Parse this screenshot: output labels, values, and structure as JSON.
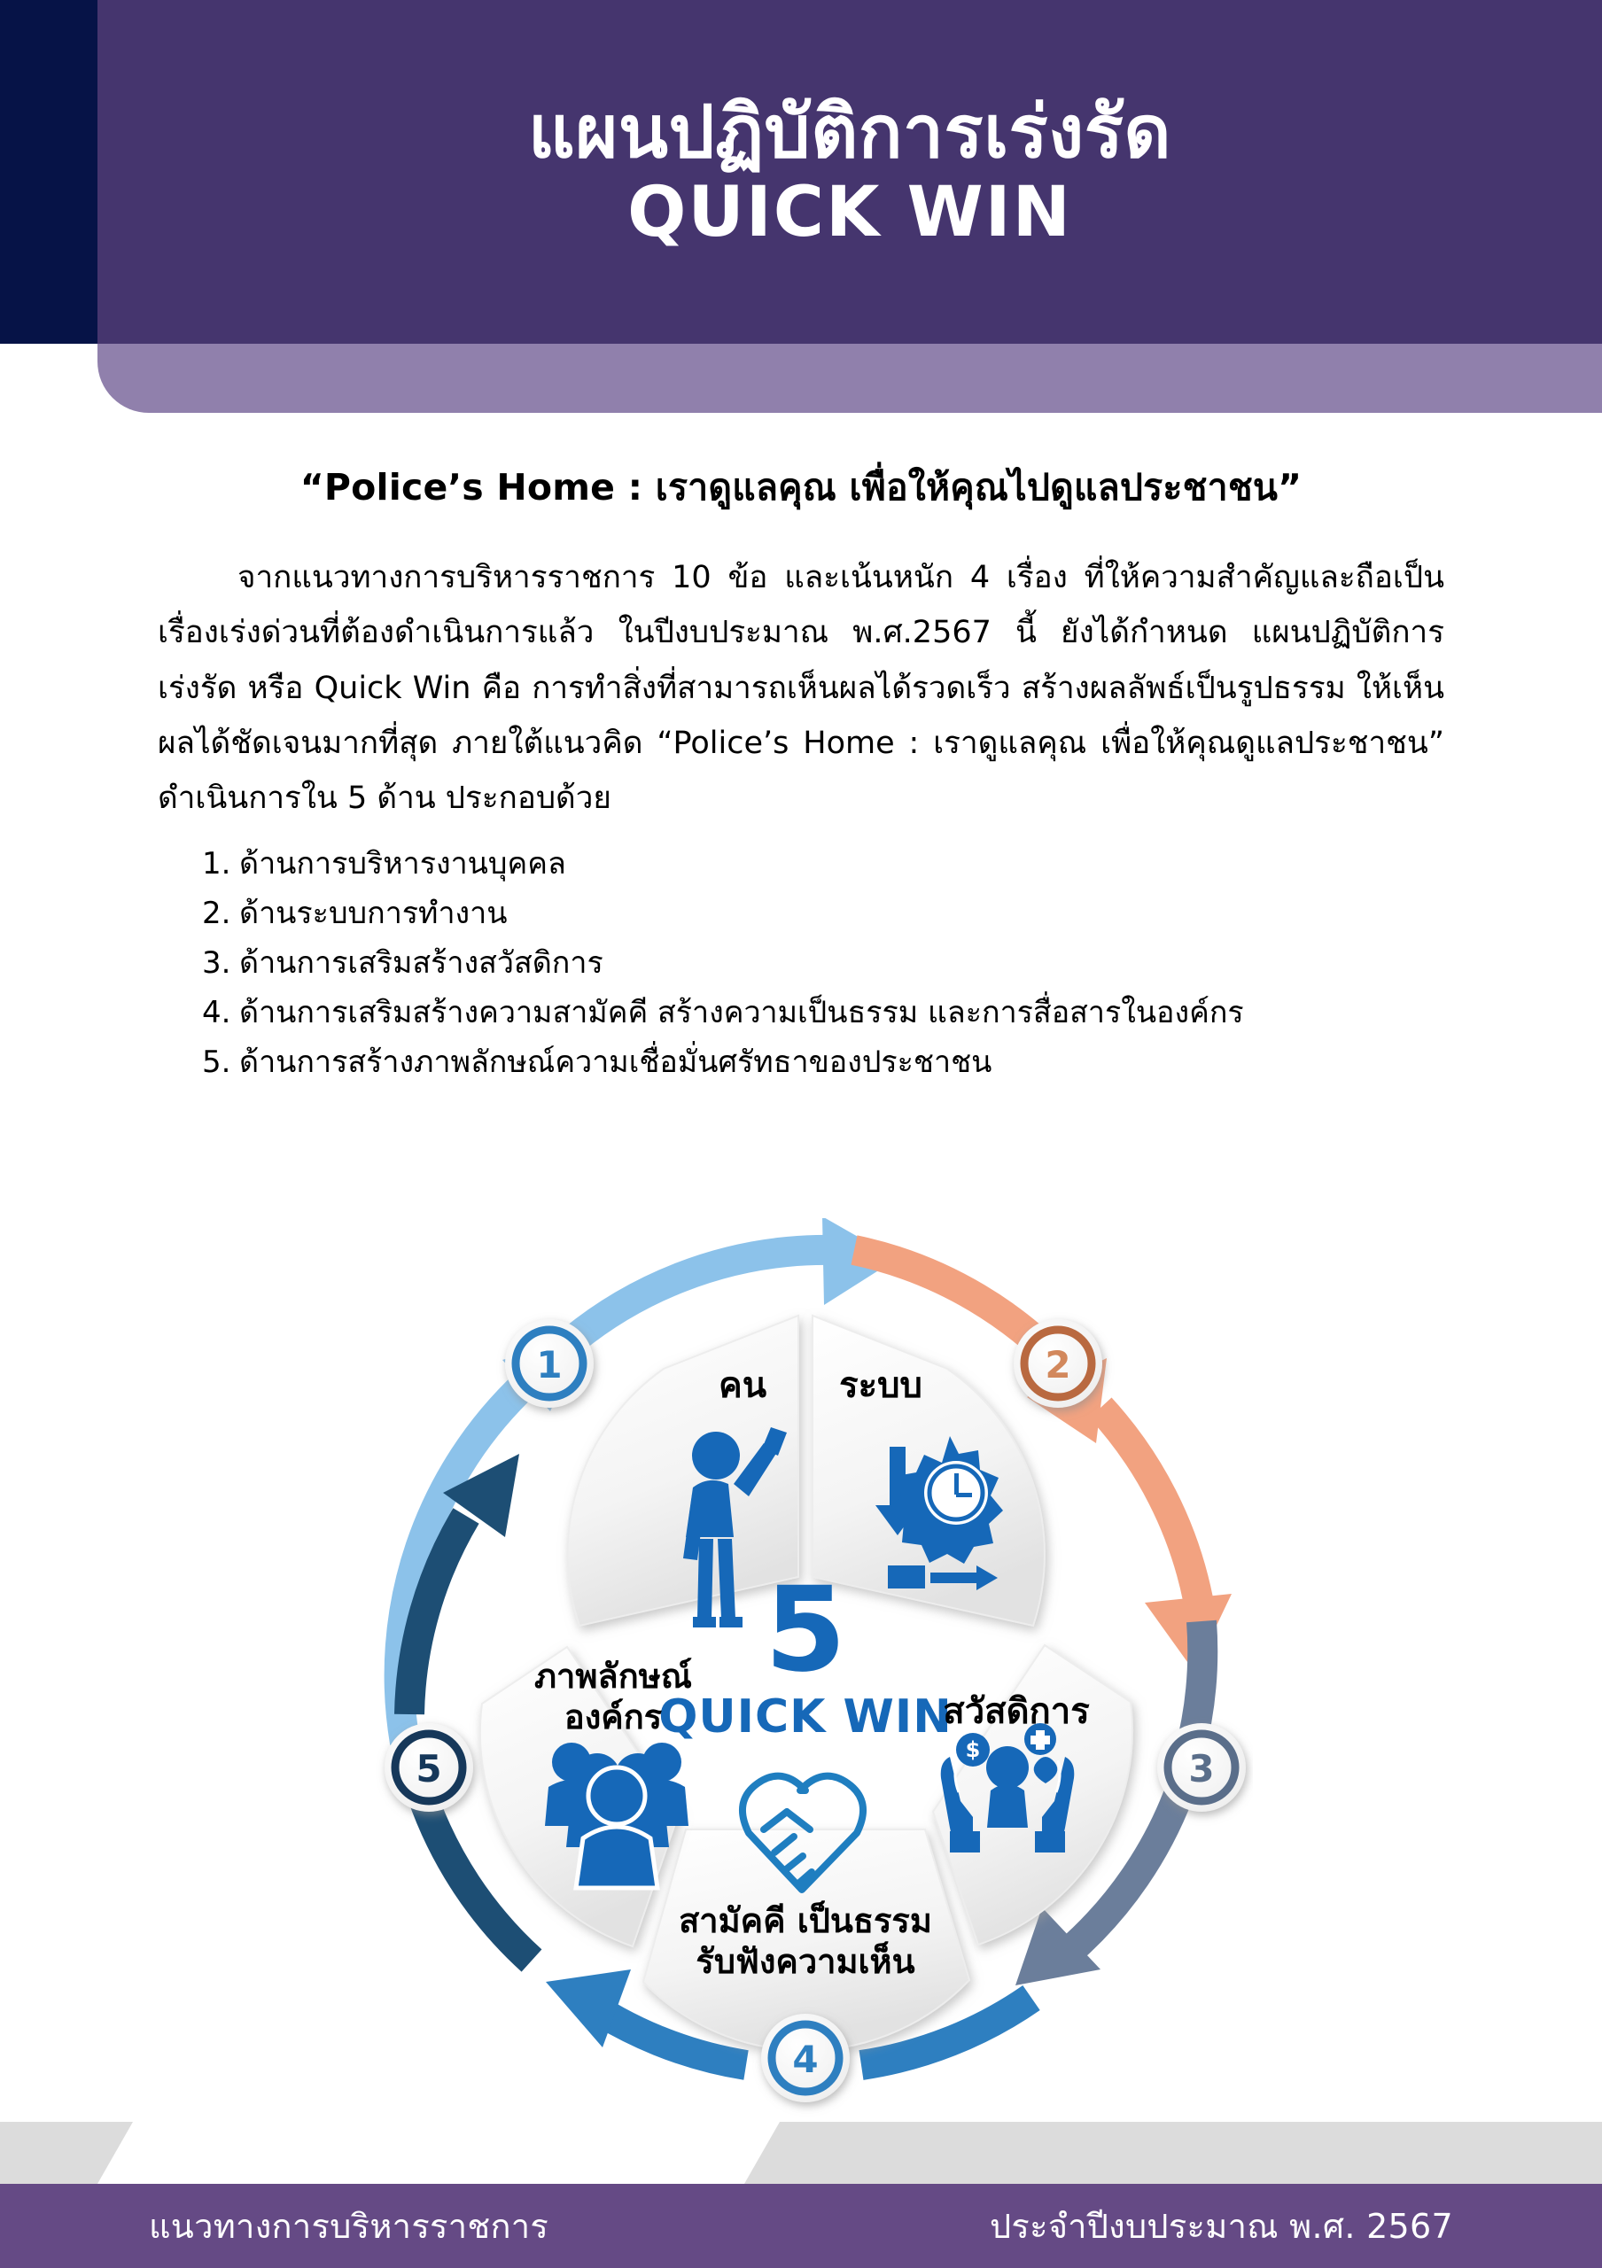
{
  "header": {
    "title_line1": "แผนปฏิบัติการเร่งรัด",
    "title_line2": "QUICK WIN",
    "bg_color": "#45356E",
    "accent_navy": "#061347",
    "band_color": "#9080AC"
  },
  "quote": "“Police’s Home : เราดูแลคุณ เพื่อให้คุณไปดูแลประชาชน”",
  "paragraph": "จากแนวทางการบริหารราชการ 10 ข้อ และเน้นหนัก 4 เรื่อง ที่ให้ความสำคัญและถือเป็นเรื่องเร่งด่วนที่ต้องดำเนินการแล้ว ในปีงบประมาณ พ.ศ.2567 นี้ ยังได้กำหนด แผนปฏิบัติการเร่งรัด หรือ Quick Win คือ การทำสิ่งที่สามารถเห็นผลได้รวดเร็ว สร้างผลลัพธ์เป็นรูปธรรม ให้เห็นผลได้ชัดเจนมากที่สุด ภายใต้แนวคิด “Police’s Home : เราดูแลคุณ เพื่อให้คุณดูแลประชาชน” ดำเนินการใน 5 ด้าน ประกอบด้วย",
  "list": [
    {
      "number": "1.",
      "text": "ด้านการบริหารงานบุคคล"
    },
    {
      "number": "2.",
      "text": "ด้านระบบการทำงาน"
    },
    {
      "number": "3.",
      "text": "ด้านการเสริมสร้างสวัสดิการ"
    },
    {
      "number": "4.",
      "text": "ด้านการเสริมสร้างความสามัคคี สร้างความเป็นธรรม และการสื่อสารในองค์กร"
    },
    {
      "number": "5.",
      "text": "ด้านการสร้างภาพลักษณ์ความเชื่อมั่นศรัทธาของประชาชน"
    }
  ],
  "diagram": {
    "center_number": "5",
    "center_subtitle": "QUICK WIN",
    "segments": [
      {
        "badge": "1",
        "label_line1": "คน",
        "label_line2": "",
        "icon": "person-raising-hand-icon",
        "arrow_color": "#8CC2EA",
        "badge_color": "#2E7FC0"
      },
      {
        "badge": "2",
        "label_line1": "ระบบ",
        "label_line2": "",
        "icon": "gear-clock-icon",
        "arrow_color": "#F2A280",
        "badge_color": "#B9693F"
      },
      {
        "badge": "3",
        "label_line1": "สวัสดิการ",
        "label_line2": "",
        "icon": "caring-hands-welfare-icon",
        "arrow_color": "#6B7E9B",
        "badge_color": "#5A6E8A"
      },
      {
        "badge": "4",
        "label_line1": "สามัคคี เป็นธรรม",
        "label_line2": "รับฟังความเห็น",
        "icon": "handshake-heart-icon",
        "arrow_color": "#2E7FC0",
        "badge_color": "#2E7FC0"
      },
      {
        "badge": "5",
        "label_line1": "ภาพลักษณ์",
        "label_line2": "องค์กร",
        "icon": "group-of-people-icon",
        "arrow_color": "#1D4E74",
        "badge_color": "#17395A"
      }
    ]
  },
  "footer": {
    "left_text": "แนวทางการบริหารราชการ",
    "right_text": "ประจำปีงบประมาณ พ.ศ. 2567",
    "bar_color": "#654A85",
    "strip_color": "#DCDCDC"
  }
}
